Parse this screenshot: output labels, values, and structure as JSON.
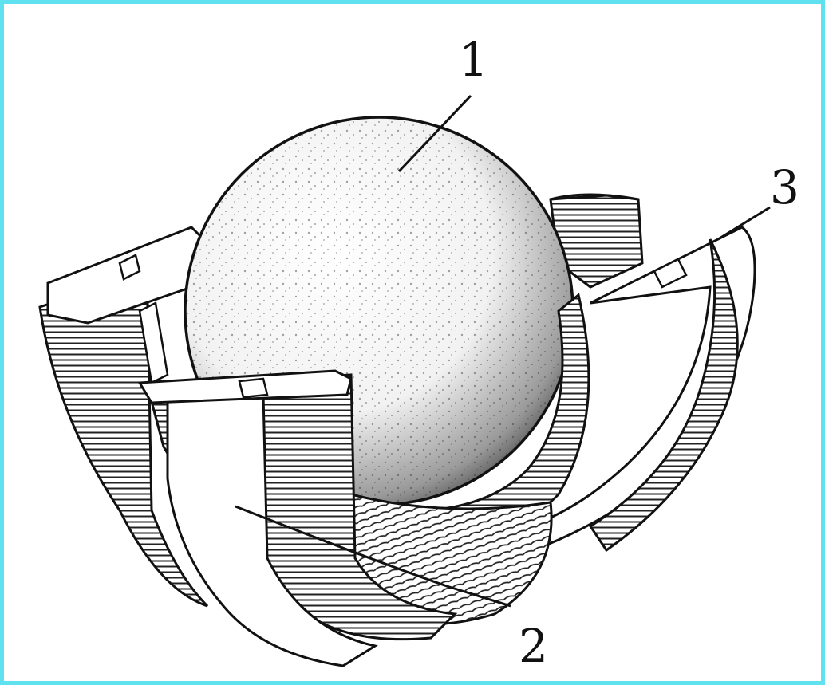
{
  "figure": {
    "labels": [
      {
        "id": "ball",
        "text": "1"
      },
      {
        "id": "coil",
        "text": "2"
      },
      {
        "id": "frame",
        "text": "3"
      }
    ],
    "colors": {
      "border": "#5fe1f0",
      "ink": "#111111",
      "paper": "#ffffff"
    }
  }
}
